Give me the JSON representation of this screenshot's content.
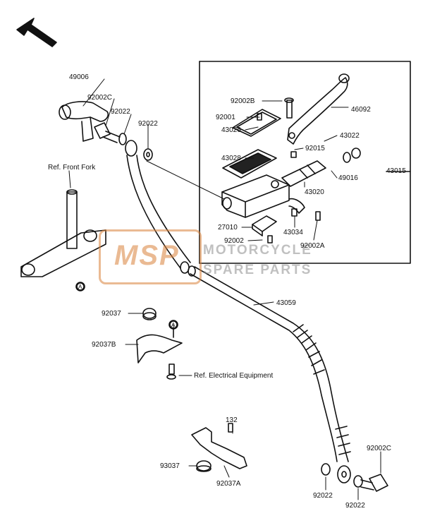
{
  "watermark": {
    "logo_text": "MSP",
    "line1": "MOTORCYCLE",
    "line2": "SPARE PARTS",
    "color": "#d9823a"
  },
  "callouts": {
    "c49006": "49006",
    "c92002C_top": "92002C",
    "c92022_a": "92022",
    "c92022_b": "92022",
    "c92002B": "92002B",
    "c92001": "92001",
    "c43026": "43026",
    "c46092": "46092",
    "c43022": "43022",
    "c43028": "43028",
    "c92015": "92015",
    "c49016": "49016",
    "c43015": "43015",
    "c43020": "43020",
    "c27010": "27010",
    "c43034": "43034",
    "c92002": "92002",
    "c92002A": "92002A",
    "ref_front_fork": "Ref. Front Fork",
    "ref_a_left": "A",
    "c43059": "43059",
    "c92037": "92037",
    "c92037B": "92037B",
    "ref_a_mid": "A",
    "ref_electrical": "Ref. Electrical Equipment",
    "c132": "132",
    "c93037": "93037",
    "c92037A": "92037A",
    "c92002C_bottom": "92002C",
    "c92022_c": "92022",
    "c92022_d": "92022"
  }
}
